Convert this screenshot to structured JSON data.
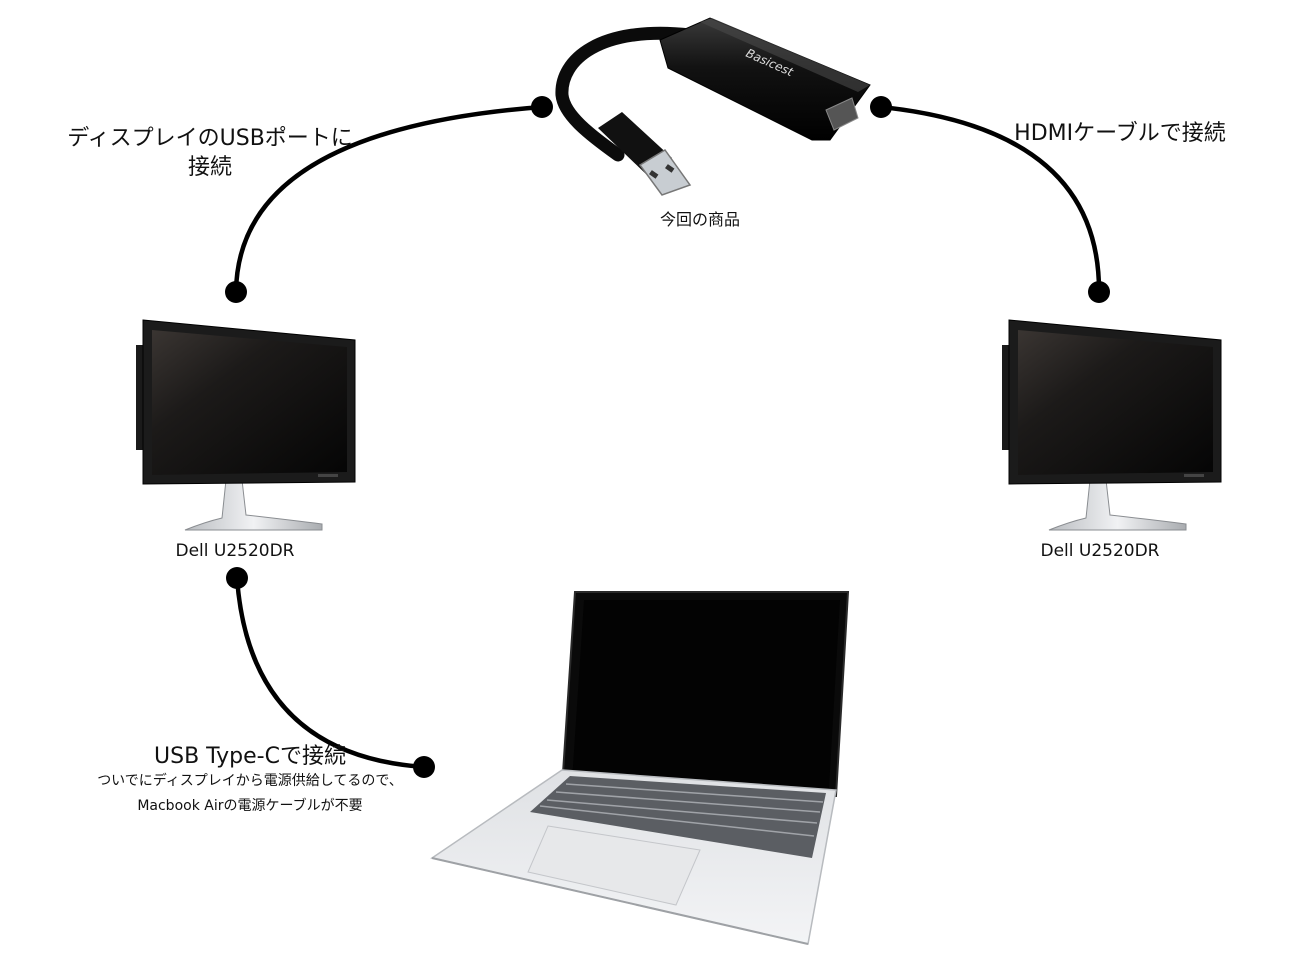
{
  "labels": {
    "usb_port_line1": "ディスプレイのUSBポートに",
    "usb_port_line2": "接続",
    "hdmi": "HDMIケーブルで接続",
    "product": "今回の商品",
    "brand": "Basicest",
    "monitor_left": "Dell U2520DR",
    "monitor_right": "Dell U2520DR",
    "typec": "USB Type-Cで接続",
    "note_line1": "ついでにディスプレイから電源供給してるので、",
    "note_line2": "Macbook Airの電源ケーブルが不要"
  }
}
